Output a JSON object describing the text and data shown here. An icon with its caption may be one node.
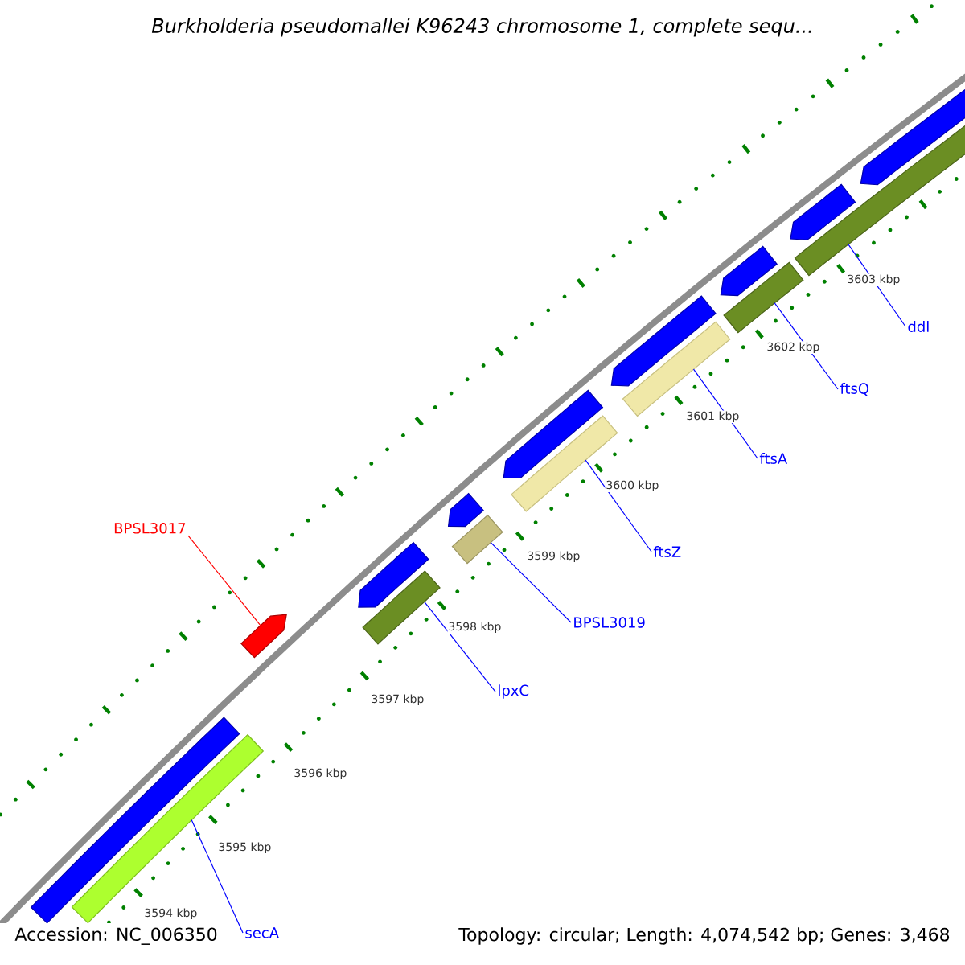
{
  "diagram": {
    "title": "Burkholderia pseudomallei K96243 chromosome 1, complete sequ...",
    "nodes": [
      {
        "text": [
          "BPSL3017"
        ]
      },
      {
        "text": [
          "ddl"
        ]
      },
      {
        "text": [
          "ftsQ"
        ]
      },
      {
        "text": [
          "ftsA"
        ]
      },
      {
        "text": [
          "ftsZ"
        ]
      },
      {
        "text": [
          "BPSL3019"
        ]
      },
      {
        "text": [
          "lpxC"
        ]
      },
      {
        "text": [
          "secA"
        ]
      },
      {
        "text": [],
        "shape": "arrow"
      },
      {
        "text": [],
        "shape": "bar"
      },
      {
        "text": [],
        "shape": "bar"
      },
      {
        "text": [],
        "shape": "bar"
      },
      {
        "text": [],
        "shape": "bar"
      },
      {
        "text": [],
        "shape": "bar"
      },
      {
        "text": [],
        "shape": "bar"
      },
      {
        "text": [],
        "shape": "bar"
      }
    ],
    "edges": [
      {
        "from": 0,
        "to": 8,
        "arrow": "none",
        "color": "#ff0000"
      },
      {
        "from": 1,
        "to": 9,
        "arrow": "none"
      },
      {
        "from": 2,
        "to": 10,
        "arrow": "none"
      },
      {
        "from": 3,
        "to": 11,
        "arrow": "none"
      },
      {
        "from": 4,
        "to": 12,
        "arrow": "none"
      },
      {
        "from": 5,
        "to": 13,
        "arrow": "none"
      },
      {
        "from": 6,
        "to": 14,
        "arrow": "none"
      },
      {
        "from": 7,
        "to": 15,
        "arrow": "none"
      }
    ],
    "labels": [
      "3603 kbp",
      "3602 kbp",
      "3601 kbp",
      "3600 kbp",
      "3599 kbp",
      "3598 kbp",
      "3597 kbp",
      "3596 kbp",
      "3595 kbp",
      "3594 kbp",
      "Accession: NC_006350",
      "Topology: circular; Length: 4,074,542 bp; Genes: 3,468"
    ]
  }
}
